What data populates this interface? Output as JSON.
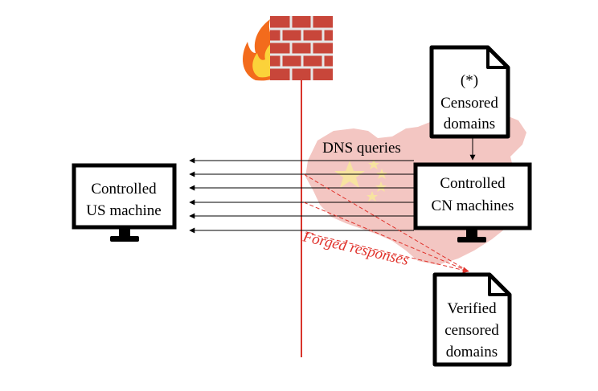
{
  "diagram": {
    "doc_top": {
      "line1": "(*)",
      "line2": "Censored",
      "line3": "domains"
    },
    "doc_bottom": {
      "line1": "Verified",
      "line2": "censored",
      "line3": "domains"
    },
    "us_machine": {
      "line1": "Controlled",
      "line2": "US machine"
    },
    "cn_machine": {
      "line1": "Controlled",
      "line2": "CN machines"
    },
    "dns_label": "DNS queries",
    "forged_label": "Forged responses",
    "colors": {
      "firewall_line": "#d9342b",
      "forged": "#e0322b",
      "map": "#f3c6c2",
      "star": "#f7e3a0",
      "brick": "#c8463a"
    },
    "icons": [
      "firewall-icon",
      "china-map",
      "document-icon",
      "monitor-icon"
    ]
  }
}
